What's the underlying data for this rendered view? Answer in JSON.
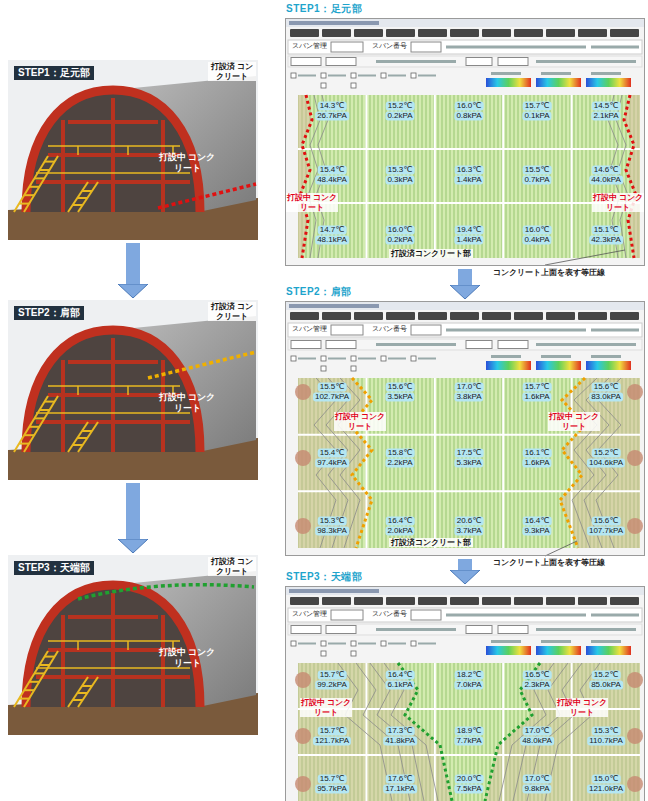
{
  "diagram": {
    "nodes": [
      {
        "text": [
          "STEP1：足元部",
          "打設済 コンクリート",
          "打設中 コンクリート"
        ]
      },
      {
        "text": [
          "STEP2：肩部",
          "打設済 コンクリート",
          "打設中 コンクリート"
        ]
      },
      {
        "text": [
          "STEP3：天端部",
          "打設済 コンクリート",
          "打設中 コンクリート"
        ]
      },
      {
        "text": [
          "STEP1：足元部"
        ]
      },
      {
        "text": [
          "STEP2：肩部"
        ]
      },
      {
        "text": [
          "STEP3：天端部"
        ]
      }
    ],
    "edges": [
      {
        "from": 0,
        "to": 1,
        "arrow": "to"
      },
      {
        "from": 1,
        "to": 2,
        "arrow": "to"
      },
      {
        "from": 3,
        "to": 4,
        "arrow": "to"
      },
      {
        "from": 4,
        "to": 5,
        "arrow": "to"
      }
    ],
    "labels": [
      "スパン管理",
      "スパン番号",
      "14.3℃",
      "26.7kPA",
      "15.2℃",
      "0.2kPA",
      "16.0℃",
      "0.8kPA",
      "15.7℃",
      "0.1kPA",
      "14.5℃",
      "2.1kPA",
      "15.4℃",
      "48.4kPA",
      "15.3℃",
      "0.3kPA",
      "16.3℃",
      "1.4kPA",
      "15.5℃",
      "0.7kPA",
      "14.6℃",
      "44.0kPA",
      "14.7℃",
      "48.1kPA",
      "16.0℃",
      "0.2kPA",
      "19.4℃",
      "1.4kPA",
      "16.0℃",
      "0.4kPA",
      "15.1℃",
      "42.3kPA",
      "打設中 コンクリート",
      "打設中 コンクリート",
      "打設済コンクリート部",
      "コンクリート上面を表す等圧線",
      "スパン管理",
      "スパン番号",
      "15.5℃",
      "102.7kPA",
      "15.6℃",
      "3.5kPA",
      "17.0℃",
      "3.8kPA",
      "15.7℃",
      "1.6kPA",
      "15.6℃",
      "83.0kPA",
      "15.4℃",
      "97.4kPA",
      "15.8℃",
      "2.2kPA",
      "17.5℃",
      "5.3kPA",
      "16.1℃",
      "1.6kPA",
      "15.2℃",
      "104.6kPA",
      "15.3℃",
      "98.3kPA",
      "16.4℃",
      "2.0kPA",
      "20.6℃",
      "3.7kPA",
      "16.4℃",
      "9.3kPA",
      "15.6℃",
      "107.7kPA",
      "打設中 コンクリート",
      "打設中 コンクリート",
      "打設済コンクリート部",
      "コンクリート上面を表す等圧線",
      "スパン管理",
      "スパン番号",
      "15.7℃",
      "99.2kPA",
      "16.4℃",
      "6.1kPA",
      "18.2℃",
      "7.0kPA",
      "16.5℃",
      "2.3kPA",
      "15.2℃",
      "85.0kPA",
      "15.7℃",
      "121.7kPA",
      "17.3℃",
      "41.8kPA",
      "18.9℃",
      "7.7kPA",
      "17.0℃",
      "48.0kPA",
      "15.3℃",
      "110.7kPA",
      "15.7℃",
      "95.7kPA",
      "17.6℃",
      "17.1kPA",
      "20.0℃",
      "7.5kPA",
      "17.0℃",
      "9.8kPA",
      "15.0℃",
      "121.0kPA",
      "打設中 コンクリート",
      "打設中 コンクリート"
    ]
  }
}
